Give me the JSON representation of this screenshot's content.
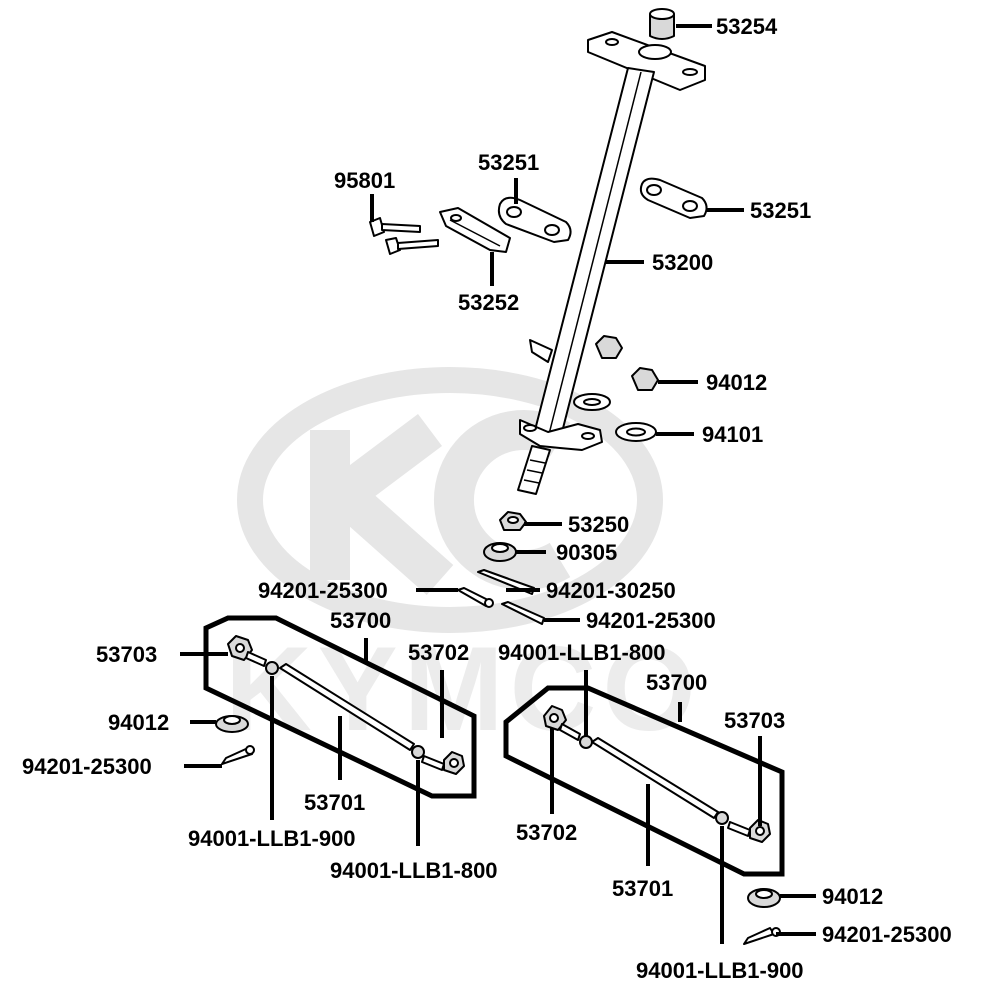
{
  "watermark": {
    "brand": "KYMCO"
  },
  "parts": {
    "p53254": "53254",
    "p53251_left": "53251",
    "p53251_right": "53251",
    "p95801": "95801",
    "p53200": "53200",
    "p53252": "53252",
    "p94012_top": "94012",
    "p94101": "94101",
    "p53250": "53250",
    "p90305": "90305",
    "p94201_25300_a": "94201-25300",
    "p94201_30250": "94201-30250",
    "p94201_25300_b": "94201-25300",
    "p53700_left": "53700",
    "p53703_left": "53703",
    "p53702_left": "53702",
    "p94001_llb1_800_top": "94001-LLB1-800",
    "p53700_right": "53700",
    "p94012_left": "94012",
    "p53703_right": "53703",
    "p94201_25300_left": "94201-25300",
    "p53701_left": "53701",
    "p53702_right": "53702",
    "p94001_llb1_900_left": "94001-LLB1-900",
    "p94001_llb1_800_left": "94001-LLB1-800",
    "p53701_right": "53701",
    "p94012_right": "94012",
    "p94201_25300_right": "94201-25300",
    "p94001_llb1_900_right": "94001-LLB1-900"
  }
}
